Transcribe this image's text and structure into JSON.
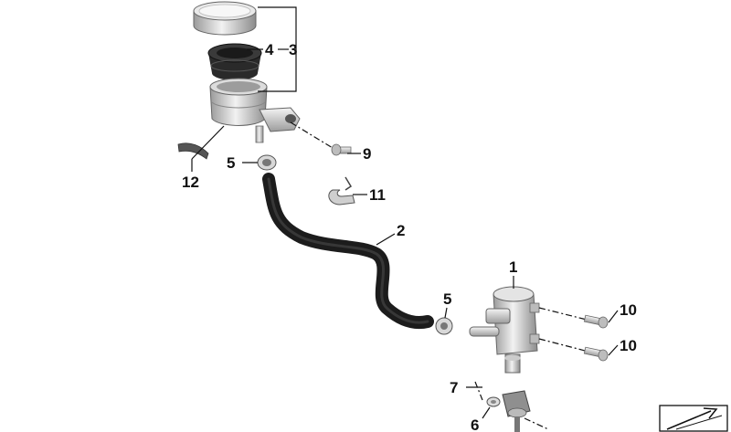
{
  "callouts": {
    "c1": "1",
    "c2": "2",
    "c3": "3",
    "c4": "4",
    "c5a": "5",
    "c5b": "5",
    "c6": "6",
    "c7": "7",
    "c9": "9",
    "c10a": "10",
    "c10b": "10",
    "c11": "11",
    "c12": "12"
  },
  "colors": {
    "hose": "#1c1c1c",
    "metal": "#c9c9c9",
    "metal_dark": "#8a8a8a",
    "rubber": "#2a2a2a"
  }
}
